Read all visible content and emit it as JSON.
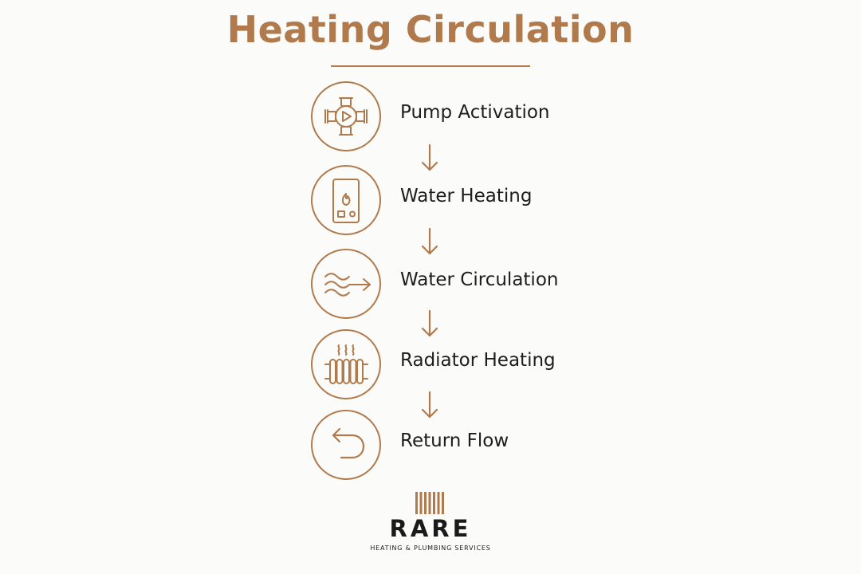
{
  "title": "Heating Circulation",
  "colors": {
    "accent": "#b07a4c",
    "text": "#1d1d1d",
    "background": "#fbfbf9"
  },
  "steps": [
    {
      "label": "Pump Activation",
      "icon": "pump-icon"
    },
    {
      "label": "Water Heating",
      "icon": "boiler-icon"
    },
    {
      "label": "Water Circulation",
      "icon": "flow-waves-icon"
    },
    {
      "label": "Radiator Heating",
      "icon": "radiator-icon"
    },
    {
      "label": "Return Flow",
      "icon": "return-arrow-icon"
    }
  ],
  "logo": {
    "name": "RARE",
    "tagline": "HEATING & PLUMBING SERVICES",
    "icon": "radiator-bars-icon"
  }
}
